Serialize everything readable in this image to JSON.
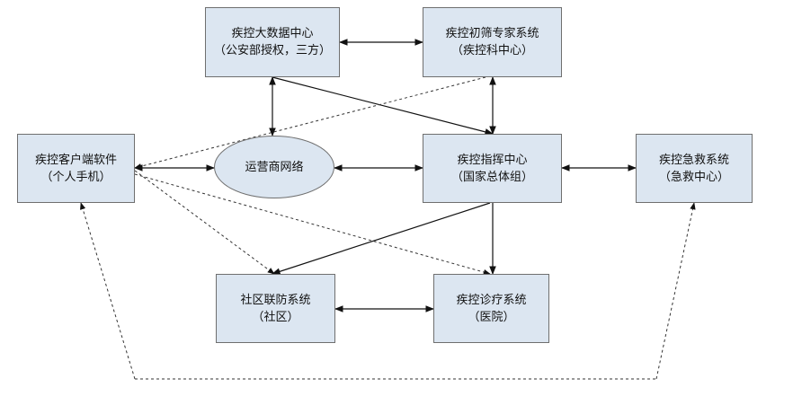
{
  "nodes": [
    {
      "id": "bigdata",
      "line1": "疾控大数据中心",
      "line2": "（公安部授权，三方）"
    },
    {
      "id": "expert",
      "line1": "疾控初筛专家系统",
      "line2": "（疾控科中心）"
    },
    {
      "id": "client",
      "line1": "疾控客户端软件",
      "line2": "（个人手机）"
    },
    {
      "id": "network",
      "line1": "运营商网络",
      "line2": ""
    },
    {
      "id": "command",
      "line1": "疾控指挥中心",
      "line2": "（国家总体组）"
    },
    {
      "id": "emergency",
      "line1": "疾控急救系统",
      "line2": "（急救中心）"
    },
    {
      "id": "community",
      "line1": "社区联防系统",
      "line2": "（社区）"
    },
    {
      "id": "hospital",
      "line1": "疾控诊疗系统",
      "line2": "（医院）"
    }
  ],
  "edges": [
    {
      "from": "bigdata",
      "to": "expert",
      "style": "solid",
      "arrow": "both"
    },
    {
      "from": "bigdata",
      "to": "network",
      "style": "solid",
      "arrow": "both"
    },
    {
      "from": "bigdata",
      "to": "command",
      "style": "solid",
      "arrow": "end"
    },
    {
      "from": "expert",
      "to": "command",
      "style": "solid",
      "arrow": "both"
    },
    {
      "from": "expert",
      "to": "client",
      "style": "dashed",
      "arrow": "end"
    },
    {
      "from": "network",
      "to": "client",
      "style": "solid",
      "arrow": "both"
    },
    {
      "from": "network",
      "to": "command",
      "style": "solid",
      "arrow": "both"
    },
    {
      "from": "command",
      "to": "emergency",
      "style": "solid",
      "arrow": "both"
    },
    {
      "from": "command",
      "to": "community",
      "style": "solid",
      "arrow": "end"
    },
    {
      "from": "command",
      "to": "hospital",
      "style": "solid",
      "arrow": "end"
    },
    {
      "from": "client",
      "to": "community",
      "style": "dashed",
      "arrow": "end"
    },
    {
      "from": "client",
      "to": "hospital",
      "style": "dashed",
      "arrow": "end"
    },
    {
      "from": "community",
      "to": "hospital",
      "style": "solid",
      "arrow": "both"
    },
    {
      "from": "bottom-loop",
      "to": "client",
      "style": "dashed",
      "arrow": "end"
    },
    {
      "from": "bottom-loop",
      "to": "emergency",
      "style": "dashed",
      "arrow": "end"
    }
  ]
}
